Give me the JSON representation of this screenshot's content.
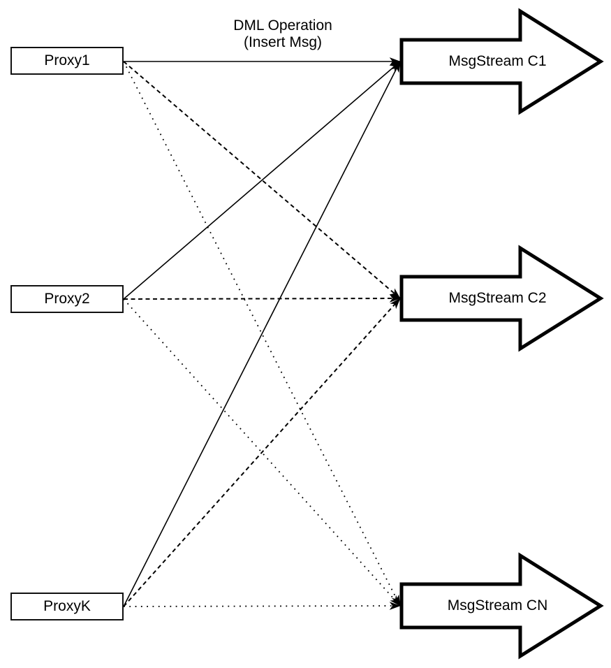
{
  "caption": {
    "line1": "DML Operation",
    "line2": "(Insert Msg)"
  },
  "proxies": [
    {
      "id": "proxy1",
      "label": "Proxy1"
    },
    {
      "id": "proxy2",
      "label": "Proxy2"
    },
    {
      "id": "proxyk",
      "label": "ProxyK"
    }
  ],
  "streams": [
    {
      "id": "msgstream-c1",
      "label": "MsgStream C1"
    },
    {
      "id": "msgstream-c2",
      "label": "MsgStream C2"
    },
    {
      "id": "msgstream-cn",
      "label": "MsgStream CN"
    }
  ],
  "edges": [
    {
      "from": "Proxy1",
      "to": "MsgStream C1",
      "style": "solid"
    },
    {
      "from": "Proxy2",
      "to": "MsgStream C1",
      "style": "solid"
    },
    {
      "from": "ProxyK",
      "to": "MsgStream C1",
      "style": "solid"
    },
    {
      "from": "Proxy1",
      "to": "MsgStream C2",
      "style": "dashed"
    },
    {
      "from": "Proxy2",
      "to": "MsgStream C2",
      "style": "dashed"
    },
    {
      "from": "ProxyK",
      "to": "MsgStream C2",
      "style": "dashed"
    },
    {
      "from": "Proxy1",
      "to": "MsgStream CN",
      "style": "dotted"
    },
    {
      "from": "Proxy2",
      "to": "MsgStream CN",
      "style": "dotted"
    },
    {
      "from": "ProxyK",
      "to": "MsgStream CN",
      "style": "dotted"
    }
  ],
  "colors": {
    "line": "#000000",
    "text": "#000000",
    "shape_fill": "#ffffff",
    "background": "#ffffff"
  }
}
